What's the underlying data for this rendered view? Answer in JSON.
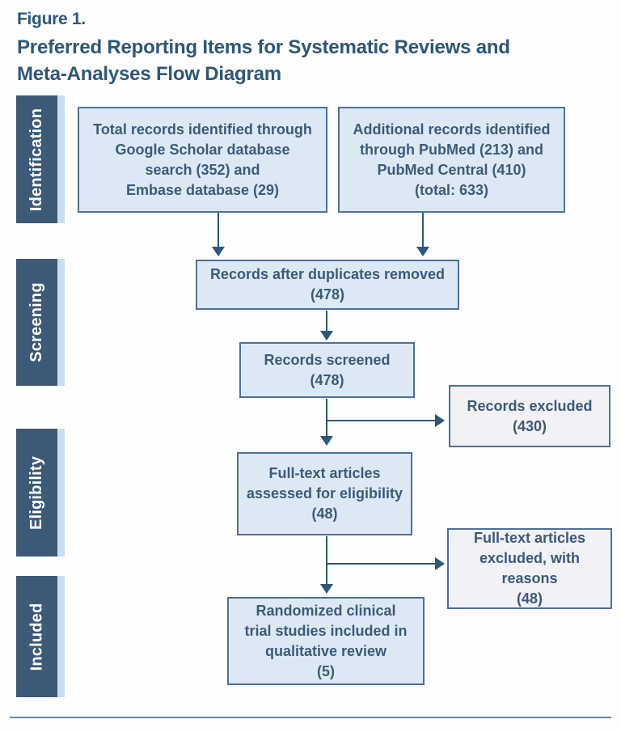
{
  "figure": {
    "label": "Figure 1.",
    "title": "Preferred Reporting Items for Systematic Reviews and\nMeta-Analyses Flow Diagram"
  },
  "stages": [
    {
      "label": "Identification"
    },
    {
      "label": "Screening"
    },
    {
      "label": "Eligibility"
    },
    {
      "label": "Included"
    }
  ],
  "boxes": {
    "identified_primary": {
      "text": "Total records identified through\nGoogle Scholar database\nsearch (352) and\nEmbase database (29)"
    },
    "identified_additional": {
      "text": "Additional records identified\nthrough PubMed (213) and\nPubMed Central (410)\n(total: 633)"
    },
    "duplicates_removed": {
      "text": "Records after duplicates removed\n(478)"
    },
    "records_screened": {
      "text": "Records screened\n(478)"
    },
    "records_excluded": {
      "text": "Records excluded\n(430)"
    },
    "fulltext_assessed": {
      "text": "Full-text articles\nassessed for eligibility\n(48)"
    },
    "fulltext_excluded": {
      "text": "Full-text articles\nexcluded, with\nreasons\n(48)"
    },
    "included_studies": {
      "text": "Randomized clinical\ntrial studies included in\nqualitative review\n(5)"
    }
  },
  "counts": {
    "google_scholar": 352,
    "embase": 29,
    "pubmed": 213,
    "pubmed_central": 410,
    "additional_total": 633,
    "after_duplicates": 478,
    "screened": 478,
    "records_excluded": 430,
    "fulltext_assessed": 48,
    "fulltext_excluded": 48,
    "included": 5
  },
  "colors": {
    "stage_bar": "#3c5a77",
    "stage_stripe": "#c8dff2",
    "box_fill": "#dce9f5",
    "box_border": "#4d7199",
    "excluded_box_fill": "#f2f2f6",
    "arrow": "#2e5878",
    "title_text": "#2d567b",
    "box_text": "#3c5a79",
    "bottom_rule": "#6d89a3"
  }
}
